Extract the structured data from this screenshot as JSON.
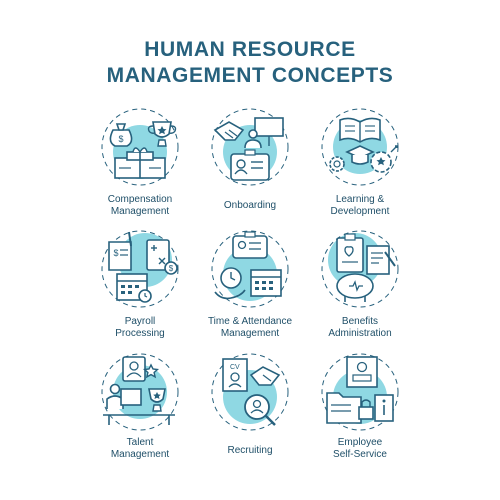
{
  "title": {
    "line1": "HUMAN RESOURCE",
    "line2": "MANAGEMENT CONCEPTS"
  },
  "colors": {
    "ink": "#27617d",
    "accent": "#8fd8e3",
    "background": "#ffffff"
  },
  "icons": [
    {
      "icon": "compensation-icon",
      "lines": [
        "Compensation",
        "Management"
      ]
    },
    {
      "icon": "onboarding-icon",
      "lines": [
        "Onboarding"
      ]
    },
    {
      "icon": "learning-icon",
      "lines": [
        "Learning &",
        "Development"
      ]
    },
    {
      "icon": "payroll-icon",
      "lines": [
        "Payroll",
        "Processing"
      ]
    },
    {
      "icon": "time-attendance-icon",
      "lines": [
        "Time & Attendance",
        "Management"
      ]
    },
    {
      "icon": "benefits-icon",
      "lines": [
        "Benefits",
        "Administration"
      ]
    },
    {
      "icon": "talent-icon",
      "lines": [
        "Talent",
        "Management"
      ]
    },
    {
      "icon": "recruiting-icon",
      "lines": [
        "Recruiting"
      ]
    },
    {
      "icon": "self-service-icon",
      "lines": [
        "Employee",
        "Self-Service"
      ]
    }
  ]
}
